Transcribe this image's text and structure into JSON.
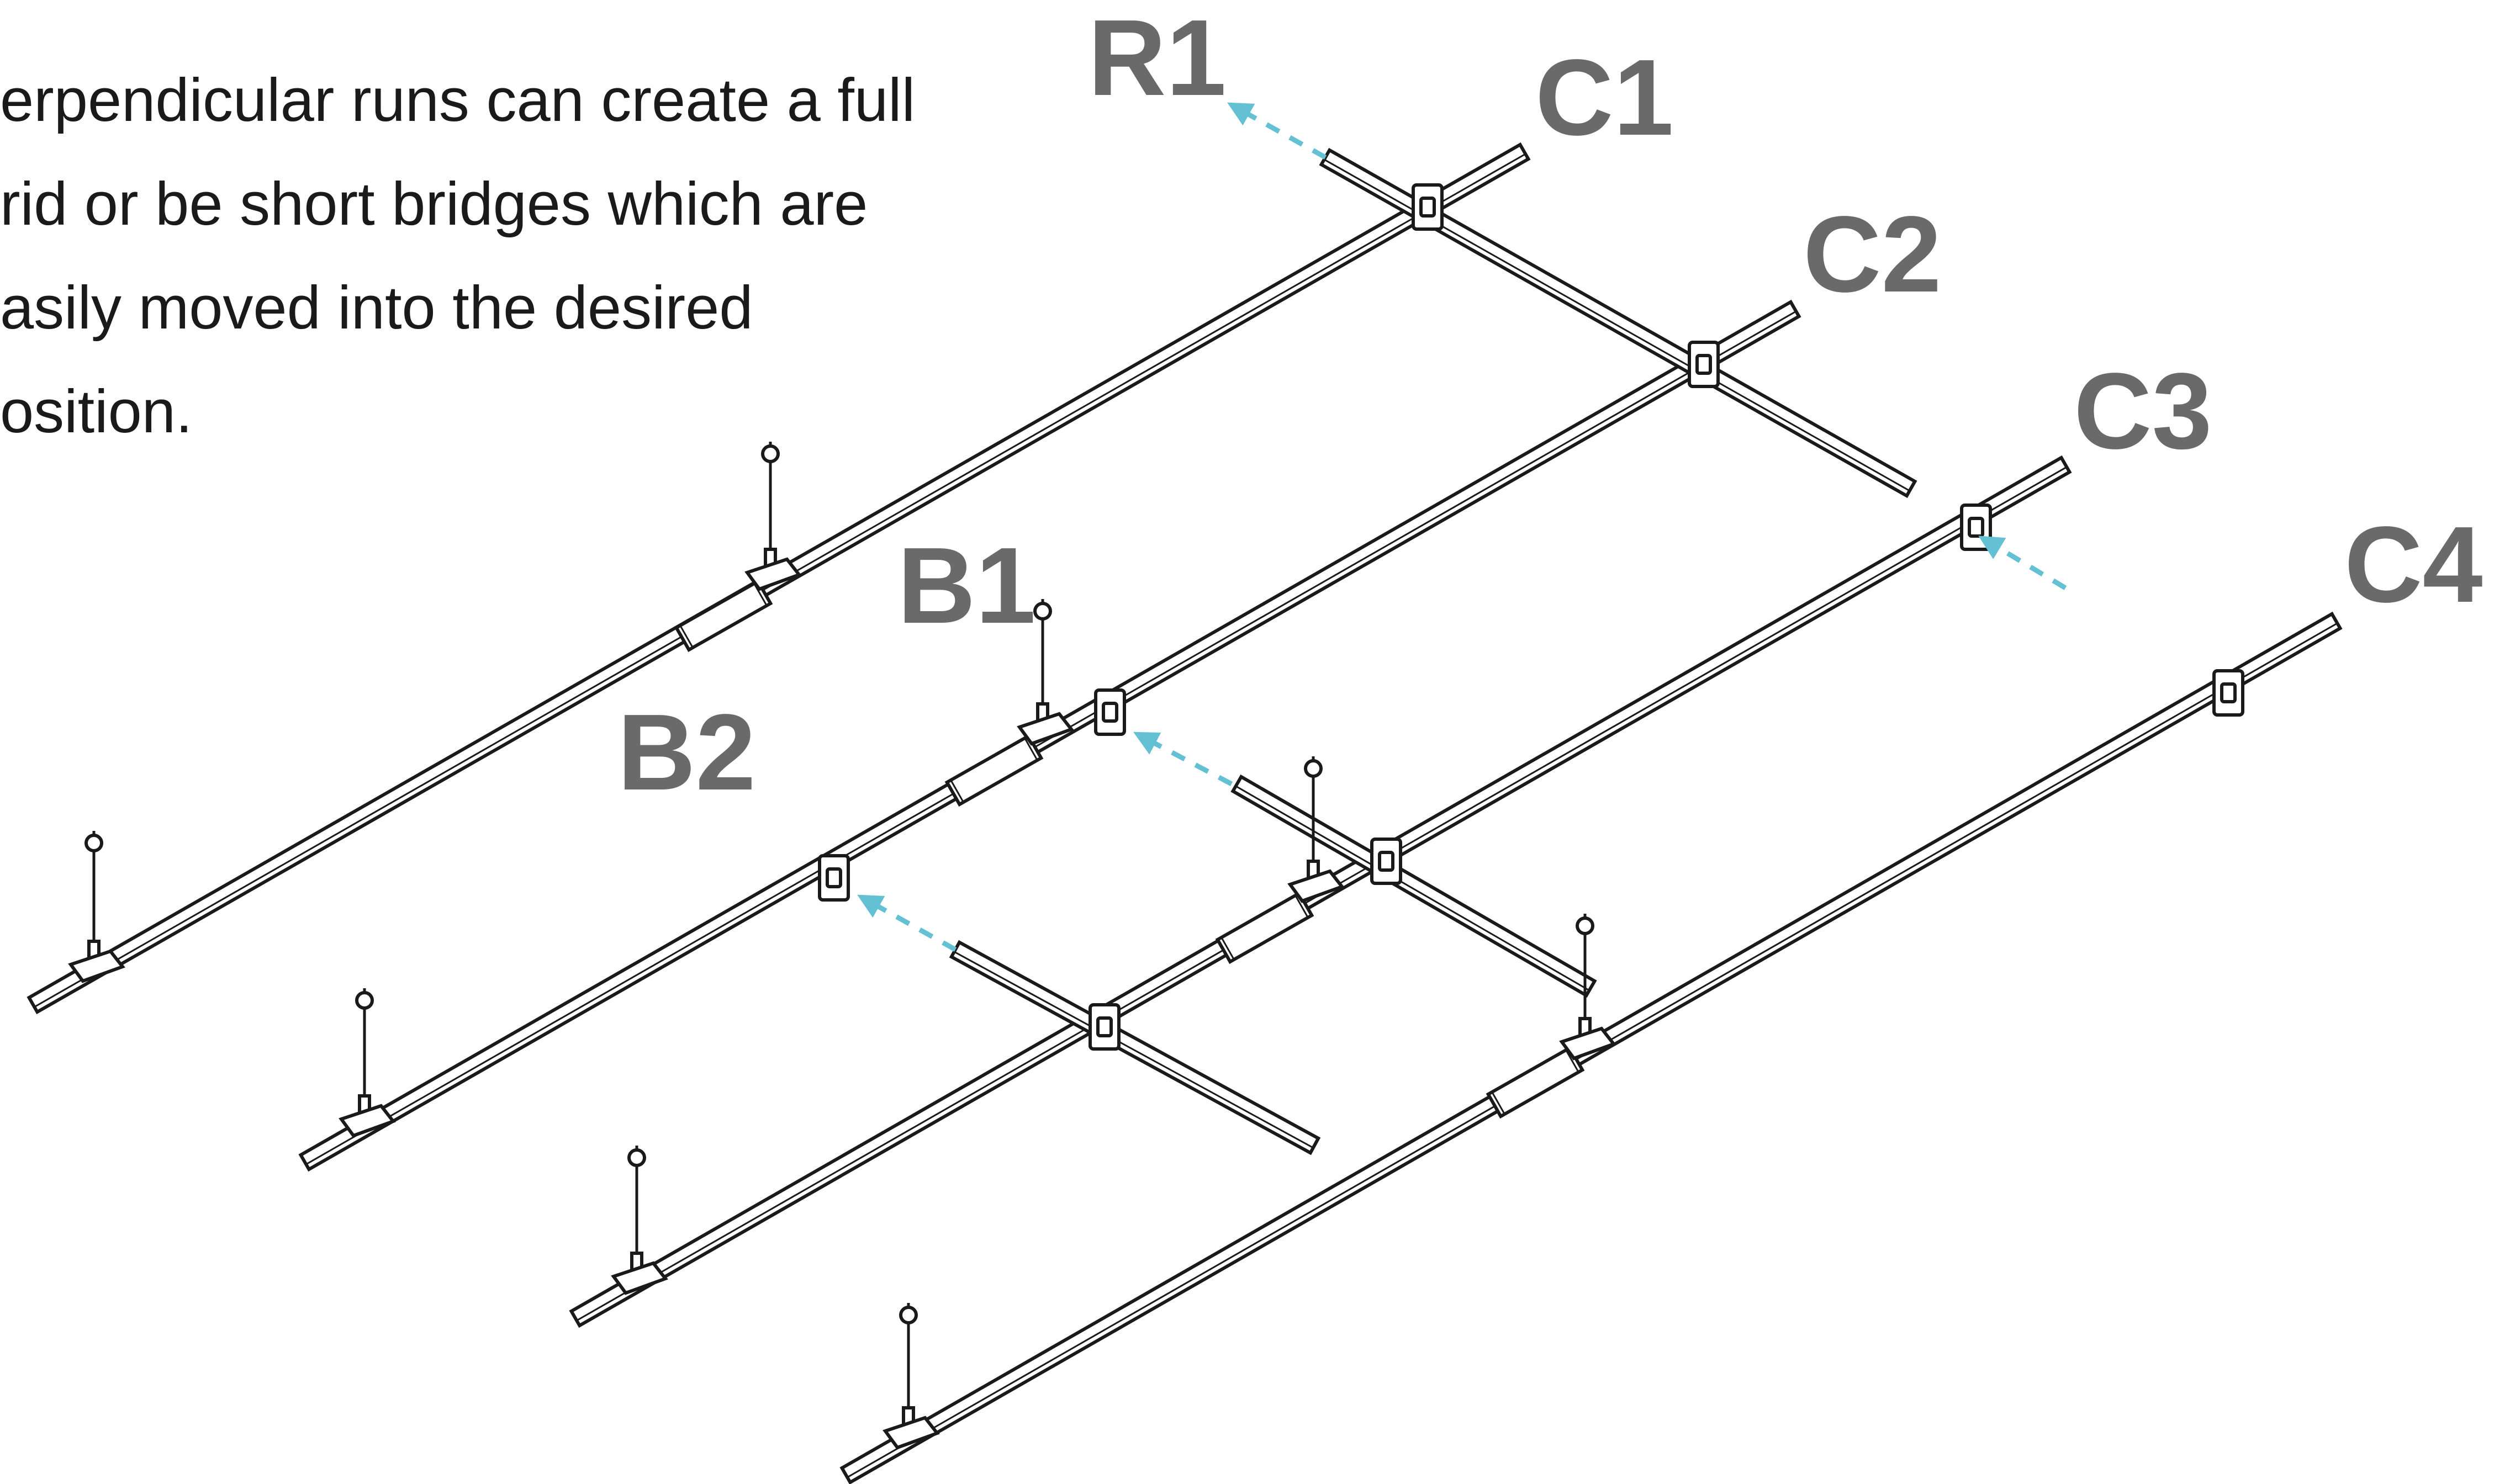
{
  "description": {
    "lines": [
      "erpendicular runs can create a full",
      "rid or be short bridges which are",
      "asily moved into the desired",
      "osition."
    ]
  },
  "labels": {
    "r1": "R1",
    "c1": "C1",
    "c2": "C2",
    "c3": "C3",
    "c4": "C4",
    "b1": "B1",
    "b2": "B2"
  },
  "colors": {
    "label": "#6a6a6a",
    "arrow": "#63c1d3",
    "line": "#1a1a1a"
  }
}
